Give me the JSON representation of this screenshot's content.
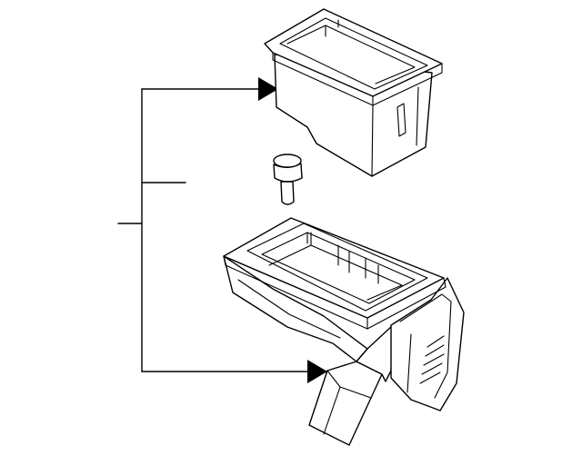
{
  "diagram": {
    "type": "exploded-parts-diagram",
    "parts": [
      {
        "name": "storage-bin-insert",
        "icon": "box-insert-icon"
      },
      {
        "name": "retaining-pin",
        "icon": "pin-icon"
      },
      {
        "name": "console-housing",
        "icon": "console-icon"
      }
    ],
    "callouts": [
      {
        "name": "reference-bracket",
        "points_to": [
          "storage-bin-insert",
          "console-housing"
        ]
      },
      {
        "name": "leader-line-pin",
        "points_to": [
          "retaining-pin"
        ]
      },
      {
        "name": "leader-line-main"
      }
    ],
    "colors": {
      "line": "#000000",
      "background": "#ffffff"
    }
  }
}
